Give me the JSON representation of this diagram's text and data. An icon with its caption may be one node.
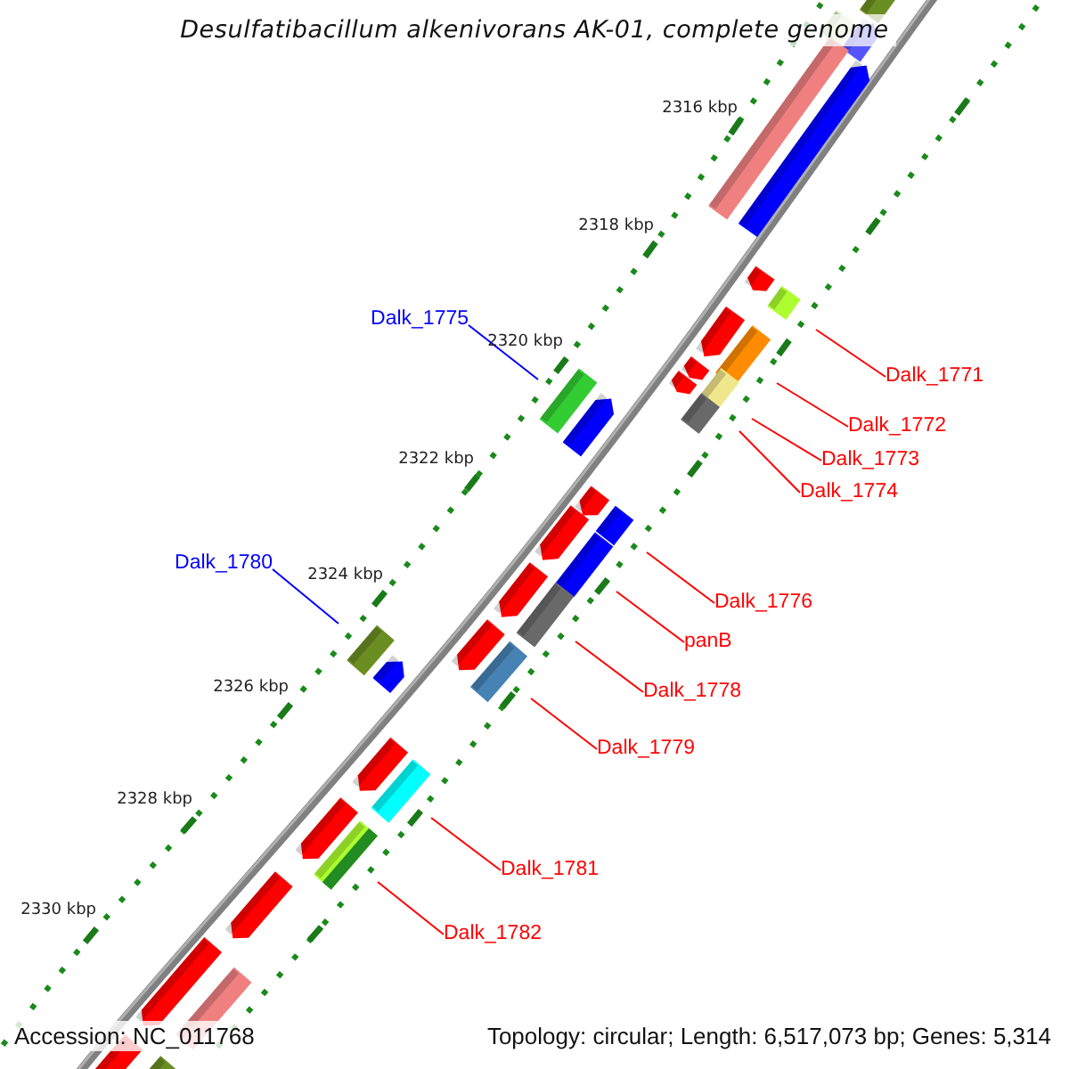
{
  "diagram": {
    "title": "Desulfatibacillum alkenivorans AK-01, complete genome",
    "nodes": [
      {
        "text": [
          "Dalk_1775"
        ]
      },
      {
        "text": [
          "Dalk_1771"
        ]
      },
      {
        "text": [
          "Dalk_1772"
        ]
      },
      {
        "text": [
          "Dalk_1773"
        ]
      },
      {
        "text": [
          "Dalk_1774"
        ]
      },
      {
        "text": [
          "Dalk_1780"
        ]
      },
      {
        "text": [
          "Dalk_1776"
        ]
      },
      {
        "text": [
          "panB"
        ]
      },
      {
        "text": [
          "Dalk_1778"
        ]
      },
      {
        "text": [
          "Dalk_1779"
        ]
      },
      {
        "text": [
          "Dalk_1781"
        ]
      },
      {
        "text": [
          "Dalk_1782"
        ]
      },
      {
        "text": [],
        "shape": "box"
      },
      {
        "text": [],
        "shape": "box"
      },
      {
        "text": [],
        "shape": "box"
      },
      {
        "text": [],
        "shape": "box"
      },
      {
        "text": [],
        "shape": "box"
      },
      {
        "text": [],
        "shape": "box"
      },
      {
        "text": [],
        "shape": "box"
      },
      {
        "text": [],
        "shape": "box"
      },
      {
        "text": [],
        "shape": "box"
      },
      {
        "text": [],
        "shape": "box"
      },
      {
        "text": [],
        "shape": "box"
      },
      {
        "text": [],
        "shape": "box"
      }
    ],
    "edges": [
      {
        "from": 0,
        "to": 12,
        "arrow": "none",
        "color": "#0000ff"
      },
      {
        "from": 1,
        "to": 13,
        "arrow": "none"
      },
      {
        "from": 2,
        "to": 14,
        "arrow": "none"
      },
      {
        "from": 3,
        "to": 15,
        "arrow": "none"
      },
      {
        "from": 4,
        "to": 16,
        "arrow": "none"
      },
      {
        "from": 5,
        "to": 17,
        "arrow": "none",
        "color": "#0000ff"
      },
      {
        "from": 6,
        "to": 18,
        "arrow": "none"
      },
      {
        "from": 7,
        "to": 19,
        "arrow": "none"
      },
      {
        "from": 8,
        "to": 20,
        "arrow": "none"
      },
      {
        "from": 9,
        "to": 21,
        "arrow": "none"
      },
      {
        "from": 10,
        "to": 22,
        "arrow": "none"
      },
      {
        "from": 11,
        "to": 23,
        "arrow": "none"
      }
    ],
    "labels": [
      "2316 kbp",
      "2318 kbp",
      "2320 kbp",
      "2322 kbp",
      "2324 kbp",
      "2326 kbp",
      "2328 kbp",
      "2330 kbp",
      "Accession: NC_011768",
      "Topology: circular; Length: 6,517,073 bp; Genes: 5,314"
    ]
  }
}
